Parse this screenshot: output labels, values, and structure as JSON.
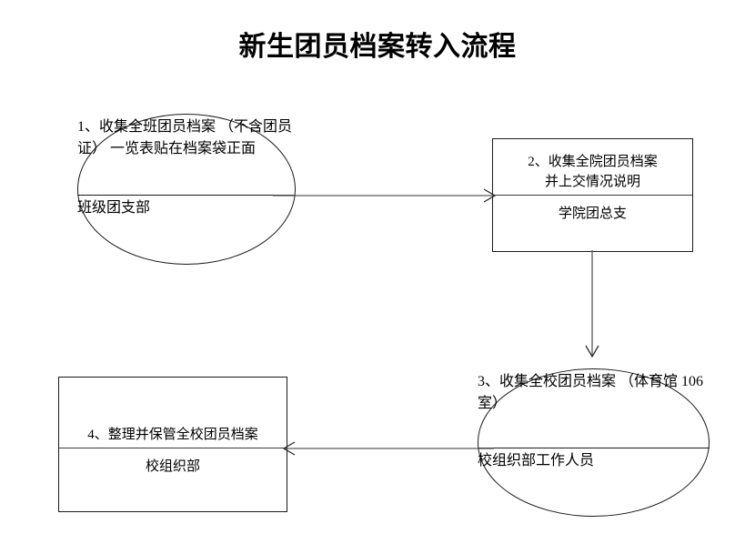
{
  "title": "新生团员档案转入流程",
  "colors": {
    "stroke": "#1a1a1a",
    "connector": "#5a5a5a",
    "background": "#ffffff",
    "text": "#000000"
  },
  "nodes": [
    {
      "id": "node-1",
      "shape": "ellipse",
      "step": "1",
      "body": "1、收集全班团员档案\n（不含团员证）\n一览表贴在档案袋正面",
      "actor": "班级团支部"
    },
    {
      "id": "node-2",
      "shape": "rectangle",
      "step": "2",
      "body": "2、收集全院团员档案\n并上交情况说明",
      "actor": "学院团总支"
    },
    {
      "id": "node-3",
      "shape": "ellipse",
      "step": "3",
      "body": "3、收集全校团员档案\n（体育馆 106 室）",
      "actor": "校组织部工作人员"
    },
    {
      "id": "node-4",
      "shape": "rectangle",
      "step": "4",
      "body": "4、整理并保管全校团员档案",
      "actor": "校组织部"
    }
  ],
  "connectors": [
    {
      "id": "arrow-1-to-2",
      "from": "node-1",
      "to": "node-2",
      "direction": "right"
    },
    {
      "id": "arrow-2-to-3",
      "from": "node-2",
      "to": "node-3",
      "direction": "down"
    },
    {
      "id": "arrow-3-to-4",
      "from": "node-3",
      "to": "node-4",
      "direction": "left"
    }
  ]
}
